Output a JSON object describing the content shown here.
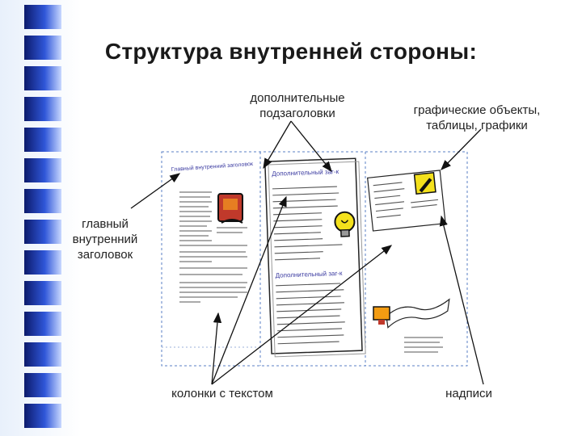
{
  "slide": {
    "title": "Структура внутренней стороны:",
    "labels": {
      "subheadings": "дополнительные подзаголовки",
      "graphics": "графические объекты, таблицы, графики",
      "main_heading": "главный внутренний заголовок",
      "columns": "колонки с текстом",
      "captions": "надписи"
    },
    "brochure": {
      "panel1_heading": "Главный внутренний заголовок",
      "panel2_heading_top": "Дополнительный заг-к",
      "panel2_heading_bottom": "Дополнительный заг-к"
    },
    "icons": [
      "book-icon",
      "lightbulb-icon",
      "pen-icon",
      "trophy-icon"
    ],
    "colors": {
      "accent": "#2f56d8",
      "stripe_dark": "#0c1a6b",
      "frame": "#5a7fc6"
    }
  }
}
